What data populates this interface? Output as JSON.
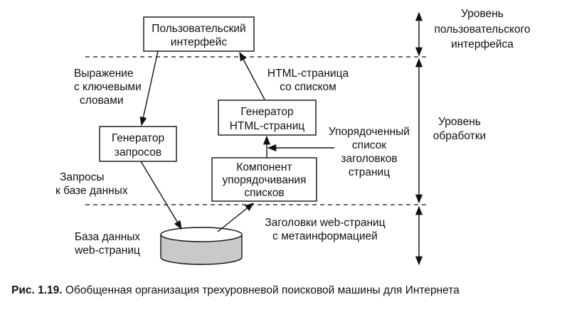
{
  "boxes": {
    "user_interface": [
      "Пользовательский",
      "интерфейс"
    ],
    "query_generator": [
      "Генератор",
      "запросов"
    ],
    "html_generator": [
      "Генератор",
      "HTML-страниц"
    ],
    "list_component": [
      "Компонент",
      "упорядочивания",
      "списков"
    ]
  },
  "database_label": [
    "База данных",
    "web-страниц"
  ],
  "edge_labels": {
    "keywords": [
      "Выражение",
      "с ключевыми",
      "словами"
    ],
    "queries": [
      "Запросы",
      "к базе данных"
    ],
    "html_page": [
      "HTML-страница",
      "со списком"
    ],
    "ordered_list": [
      "Упорядоченный",
      "список",
      "заголовков",
      "страниц"
    ],
    "headers": [
      "Заголовки web-страниц",
      "с метаинформацией"
    ]
  },
  "levels": {
    "ui_level": [
      "Уровень",
      "пользовательского",
      "интерфейса"
    ],
    "processing_level": [
      "Уровень",
      "обработки"
    ]
  },
  "caption": {
    "number": "Рис. 1.19.",
    "text": "Обобщенная организация трехуровневой поисковой машины для Интернета"
  }
}
